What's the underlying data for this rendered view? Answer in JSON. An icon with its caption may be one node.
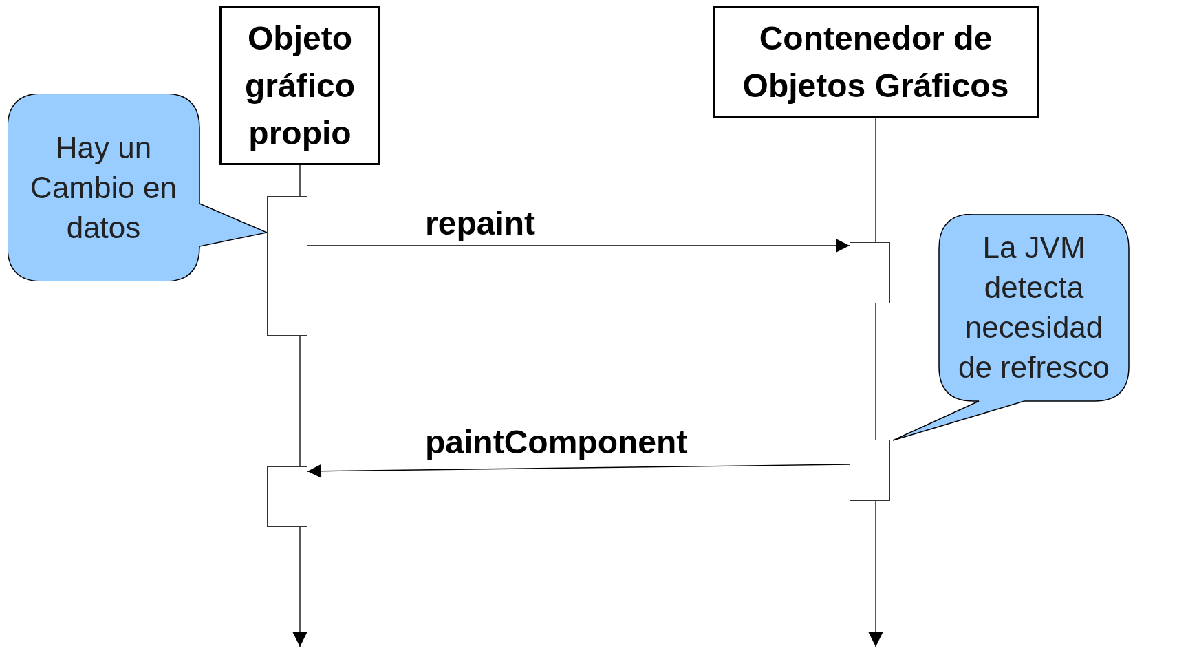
{
  "diagram": {
    "nodes": [
      {
        "text": [
          "Objeto gráfico propio"
        ]
      },
      {
        "text": [
          "Contenedor de Objetos Gráficos"
        ]
      },
      {
        "text": [
          "Hay un Cambio en datos"
        ]
      },
      {
        "text": [
          "La JVM detecta necesidad de refresco"
        ]
      },
      {
        "text": [],
        "shape": "box"
      },
      {
        "text": [],
        "shape": "box"
      },
      {
        "text": [],
        "shape": "box"
      },
      {
        "text": [],
        "shape": "box"
      }
    ],
    "edges": [
      {
        "from": 0,
        "to": null,
        "arrow": "to"
      },
      {
        "from": 1,
        "to": null,
        "arrow": "to"
      },
      {
        "from": 4,
        "to": 5,
        "arrow": "to",
        "label": "repaint"
      },
      {
        "from": 6,
        "to": 7,
        "arrow": "to",
        "label": "paintComponent"
      }
    ]
  }
}
